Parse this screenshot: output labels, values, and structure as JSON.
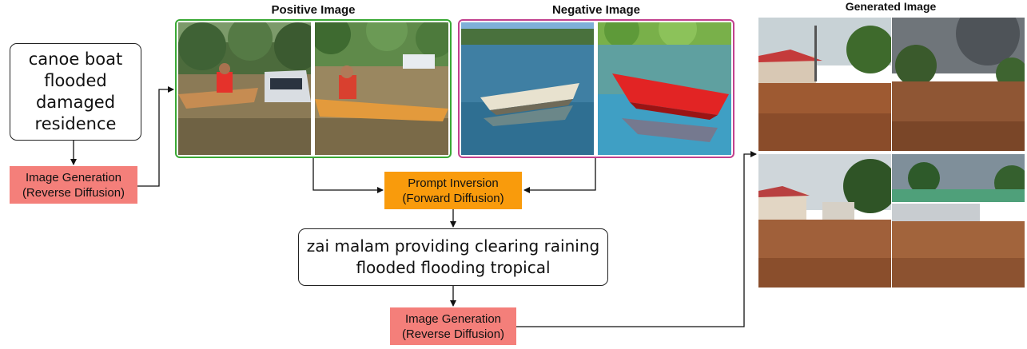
{
  "prompt_box": {
    "text": "canoe boat\nflooded\ndamaged\nresidence"
  },
  "step_left": {
    "text": "Image Generation\n(Reverse Diffusion)"
  },
  "positive": {
    "title": "Positive Image"
  },
  "negative": {
    "title": "Negative Image"
  },
  "generated": {
    "title": "Generated Image"
  },
  "inversion": {
    "text": "Prompt Inversion\n(Forward Diffusion)"
  },
  "inverted_prompt": {
    "text": "zai malam providing clearing raining\nflooded flooding tropical"
  },
  "step_bottom": {
    "text": "Image Generation\n(Reverse Diffusion)"
  },
  "colors": {
    "positive_frame": "#3aa935",
    "negative_frame": "#c2418e",
    "step_box": "#f47f7a",
    "inversion_box": "#f99b0c"
  }
}
